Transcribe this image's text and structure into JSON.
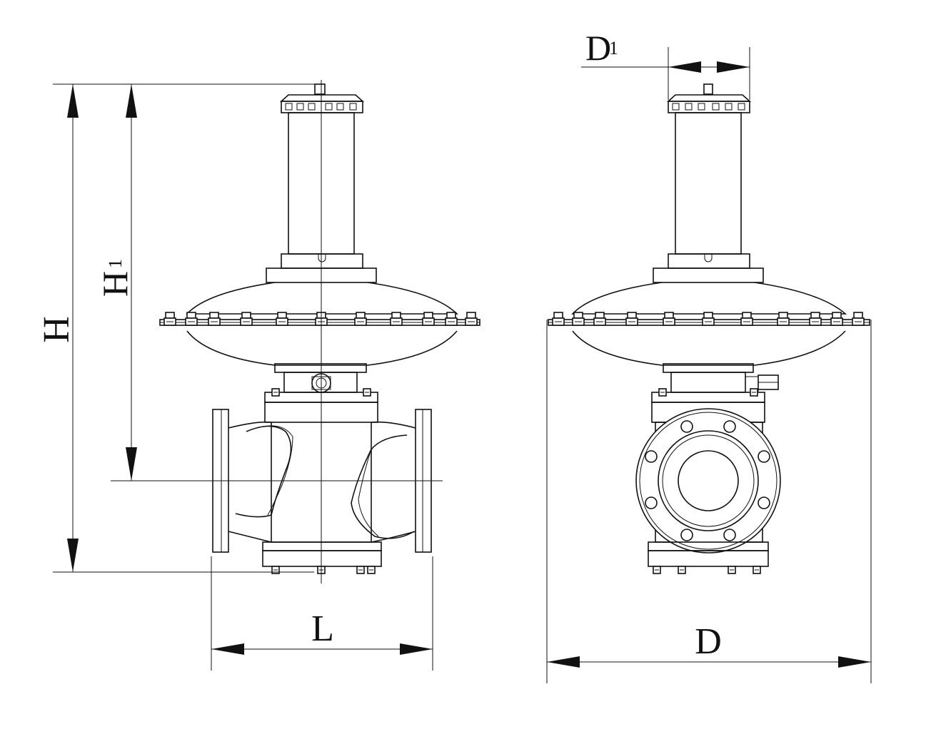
{
  "diagram": {
    "dimensions": {
      "H": "H",
      "H1_base": "H",
      "H1_sub": "1",
      "L": "L",
      "D": "D",
      "D1_base": "D",
      "D1_sub": "1"
    },
    "colors": {
      "line": "#111111",
      "background": "#ffffff"
    }
  }
}
